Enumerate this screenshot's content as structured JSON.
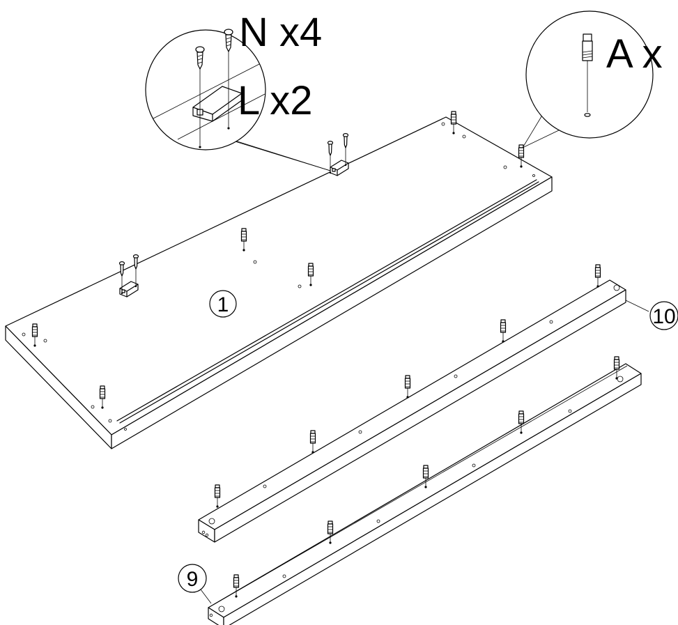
{
  "callouts": {
    "screw_n": "N x4",
    "bracket_l": "L x2",
    "cam_bolt_a": "A x"
  },
  "parts": {
    "panel": "1",
    "rail_front": "9",
    "rail_back": "10"
  }
}
